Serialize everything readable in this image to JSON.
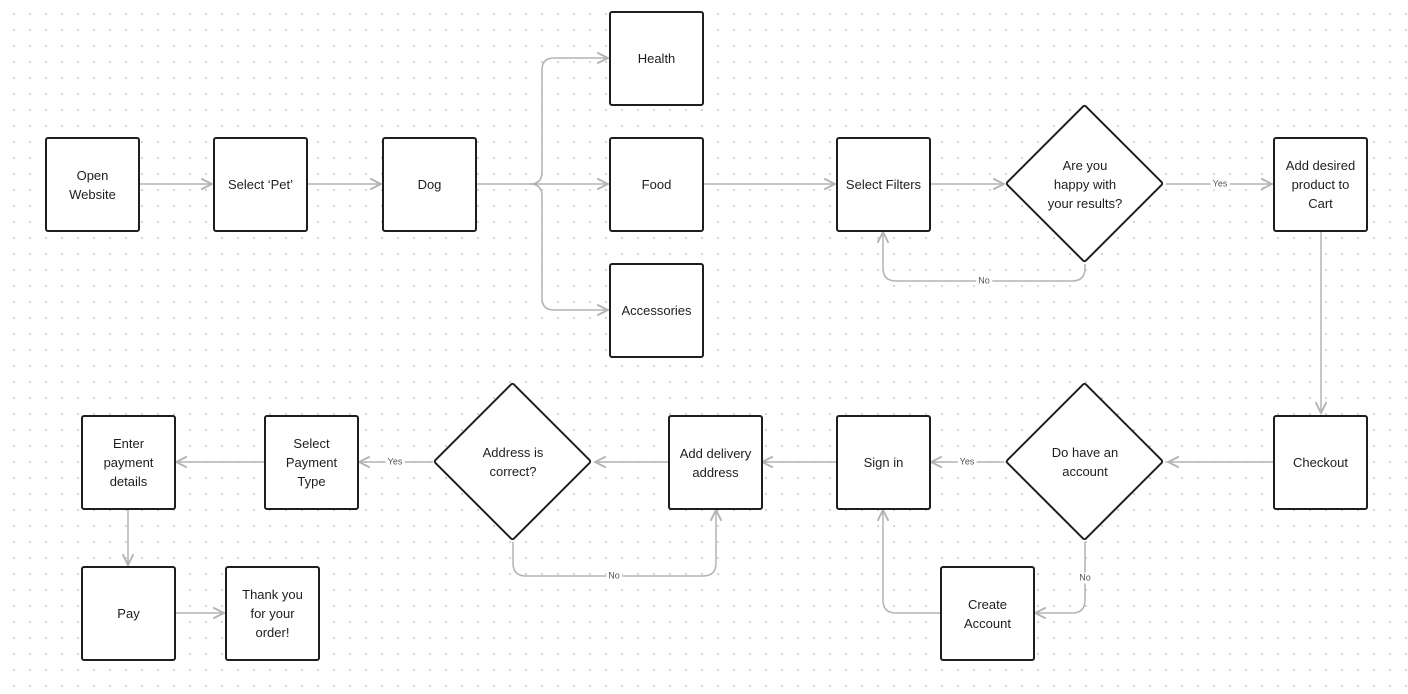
{
  "nodes": {
    "open_website": "Open\nWebsite",
    "select_pet": "Select ‘Pet’",
    "dog": "Dog",
    "health": "Health",
    "food": "Food",
    "accessories": "Accessories",
    "select_filters": "Select Filters",
    "happy_results": "Are you\nhappy with\nyour results?",
    "add_to_cart": "Add desired\nproduct to\nCart",
    "checkout": "Checkout",
    "have_account": "Do have an\naccount",
    "sign_in": "Sign in",
    "create_account": "Create\nAccount",
    "add_address": "Add delivery\naddress",
    "address_correct": "Address is\ncorrect?",
    "select_payment": "Select\nPayment\nType",
    "enter_payment": "Enter\npayment\ndetails",
    "pay": "Pay",
    "thank_you": "Thank you\nfor your\norder!"
  },
  "edge_labels": {
    "results_yes": "Yes",
    "results_no": "No",
    "account_yes": "Yes",
    "account_no": "No",
    "address_yes": "Yes",
    "address_no": "No"
  },
  "colors": {
    "node_border": "#1e1e1e",
    "connector": "#b3b3b3",
    "background_dot": "#cfcfcf"
  }
}
